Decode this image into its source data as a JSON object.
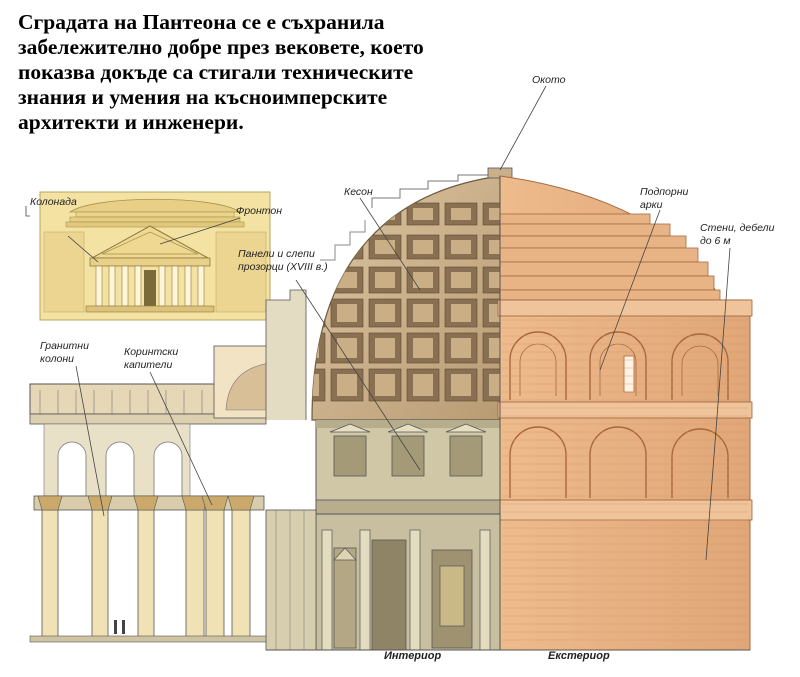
{
  "intro_text": "Сградата на Пантеона се е съхранила забележително добре през вековете, което показва докъде са стигали техническите знания и умения на късноимперските архитекти и инженери.",
  "labels": {
    "oculus": "Окото",
    "coffer": "Кесон",
    "colonnade": "Колонада",
    "pediment": "Фронтон",
    "panels": "Панели и слепи прозорци (XVIII в.)",
    "granite_columns": "Гранитни колони",
    "corinthian_capitals": "Коринтски капители",
    "support_arches": "Подпорни арки",
    "walls": "Стени, дебели до 6 м",
    "interior": "Интериор",
    "exterior": "Екстериор"
  },
  "colors": {
    "exterior_brick": "#e6b184",
    "brick_dark": "#b9764a",
    "dome_stone": "#d2b995",
    "coffer_shadow": "#8a7052",
    "interior_stone": "#c7bf9f",
    "column": "#ecd8a6",
    "inset_facade": "#f1dc94"
  }
}
